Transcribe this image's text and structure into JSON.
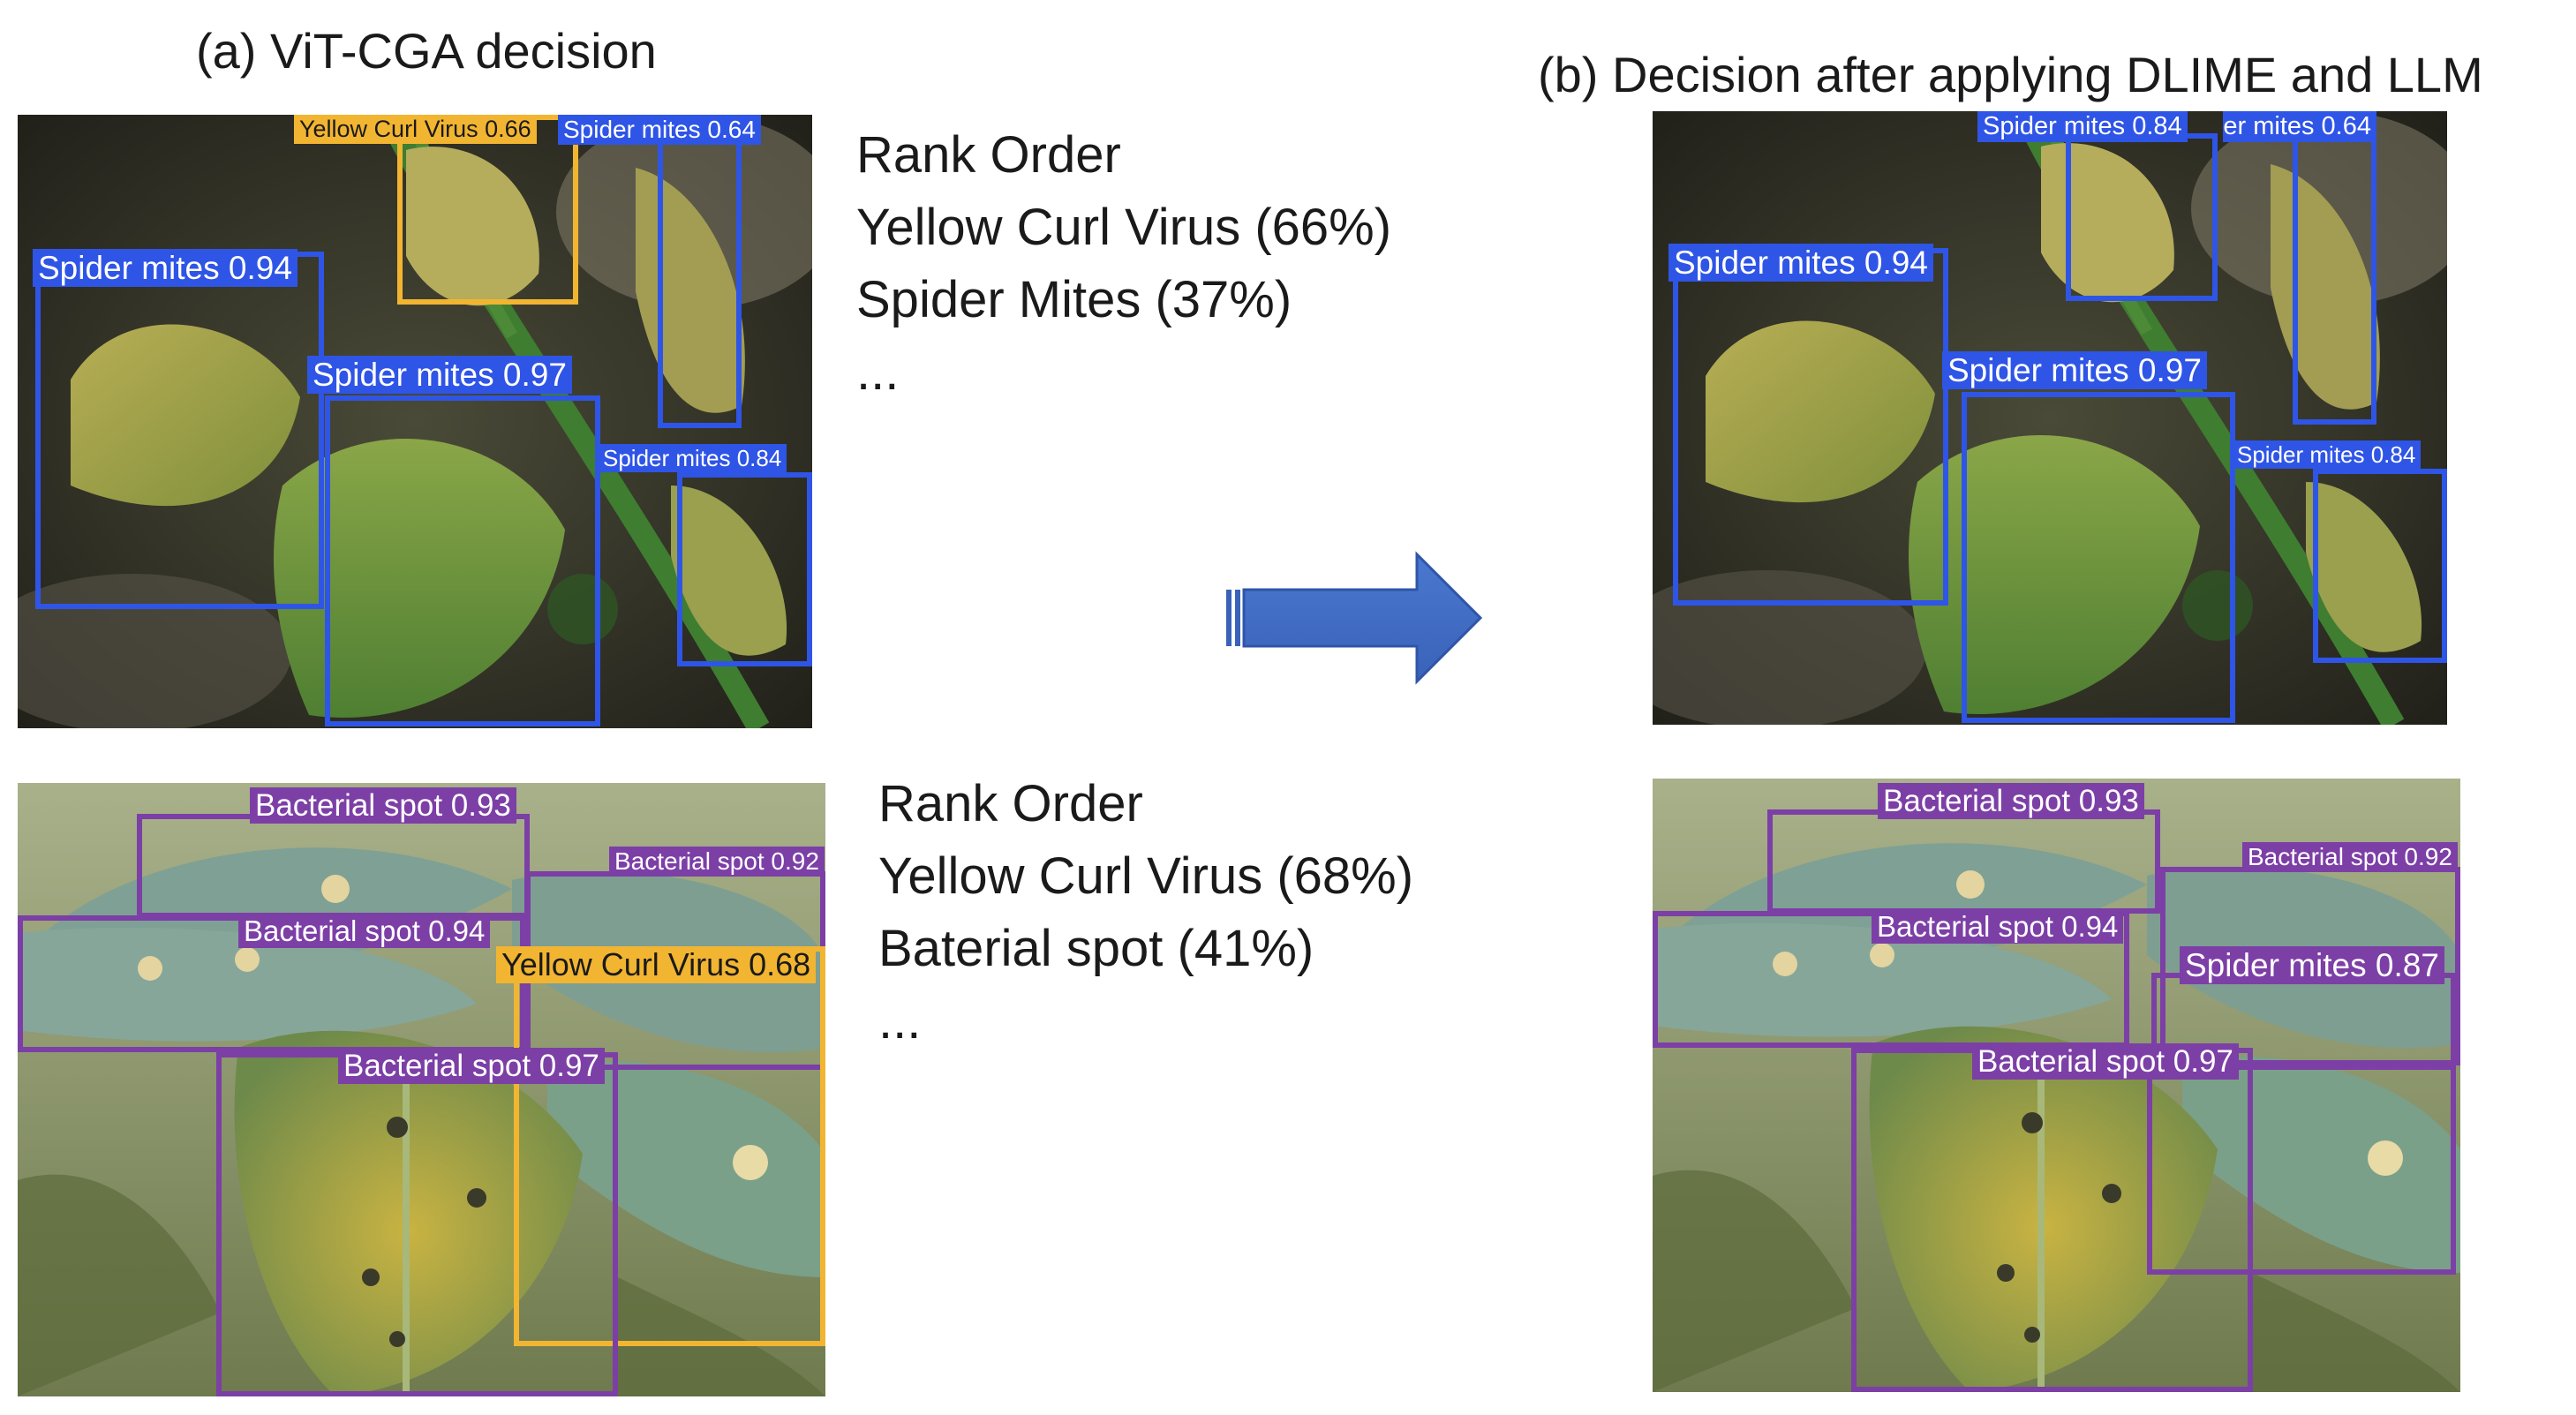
{
  "heading_a": "(a) ViT-CGA decision",
  "heading_b": "(b) Decision after applying DLIME and LLM",
  "colors": {
    "spider": "#2f55e6",
    "yellow": "#f2b531",
    "bacterial": "#7c3fa6"
  },
  "rank_top": [
    "Rank Order",
    "Yellow Curl Virus (66%)",
    "Spider Mites (37%)",
    "..."
  ],
  "rank_bottom": [
    "Rank Order",
    "Yellow Curl Virus (68%)",
    "Baterial spot (41%)",
    "..."
  ],
  "top_a": [
    "Spider mites 0.94",
    "Yellow Curl Virus 0.66",
    "Spider mites 0.64",
    "Spider mites 0.97",
    "Spider mites 0.84"
  ],
  "top_b": [
    "Spider mites 0.94",
    "Spider mites 0.84",
    "Spider mites 0.64",
    "Spider mites 0.97",
    "Spider mites 0.84"
  ],
  "bottom_a": [
    "Bacterial spot 0.93",
    "Bacterial spot 0.92",
    "Bacterial spot 0.94",
    "Yellow Curl Virus 0.68",
    "Bacterial spot 0.97"
  ],
  "bottom_b": [
    "Bacterial spot 0.93",
    "Bacterial spot 0.92",
    "Bacterial spot 0.94",
    "Spider mites 0.87",
    "Bacterial spot 0.97"
  ]
}
